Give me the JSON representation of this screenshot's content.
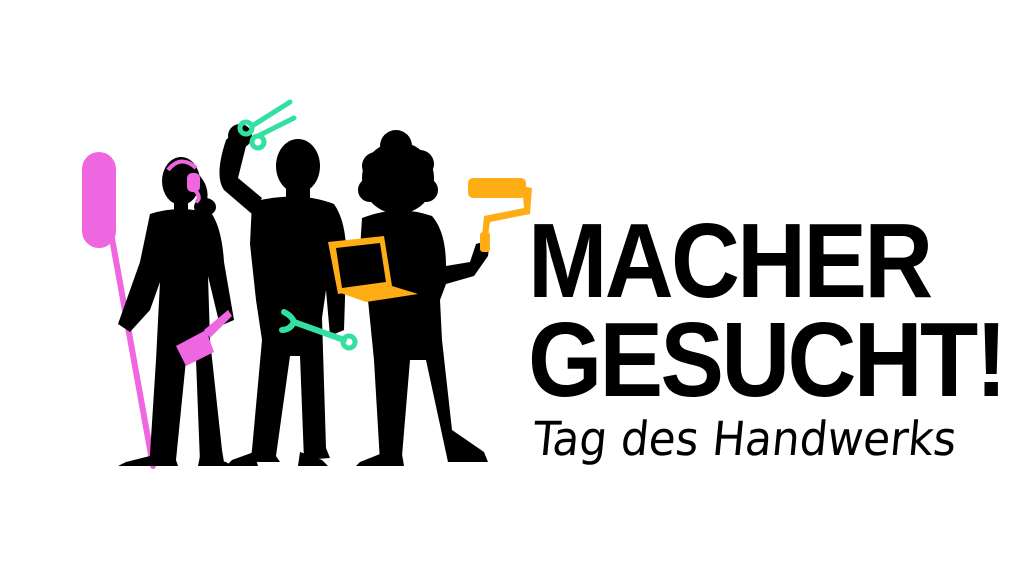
{
  "logo": {
    "headline_line1": "MACHER",
    "headline_line2": "GESUCHT!",
    "tagline": "Tag des Handwerks"
  },
  "colors": {
    "background": "#ffffff",
    "silhouette": "#000000",
    "pink_accent": "#ee66e0",
    "green_accent": "#33e0a1",
    "orange_accent": "#ffad14"
  },
  "icons": [
    "microphone-boom-icon",
    "headset-icon",
    "cleaver-icon",
    "scissors-icon",
    "wrench-icon",
    "laptop-icon",
    "paint-roller-icon"
  ]
}
